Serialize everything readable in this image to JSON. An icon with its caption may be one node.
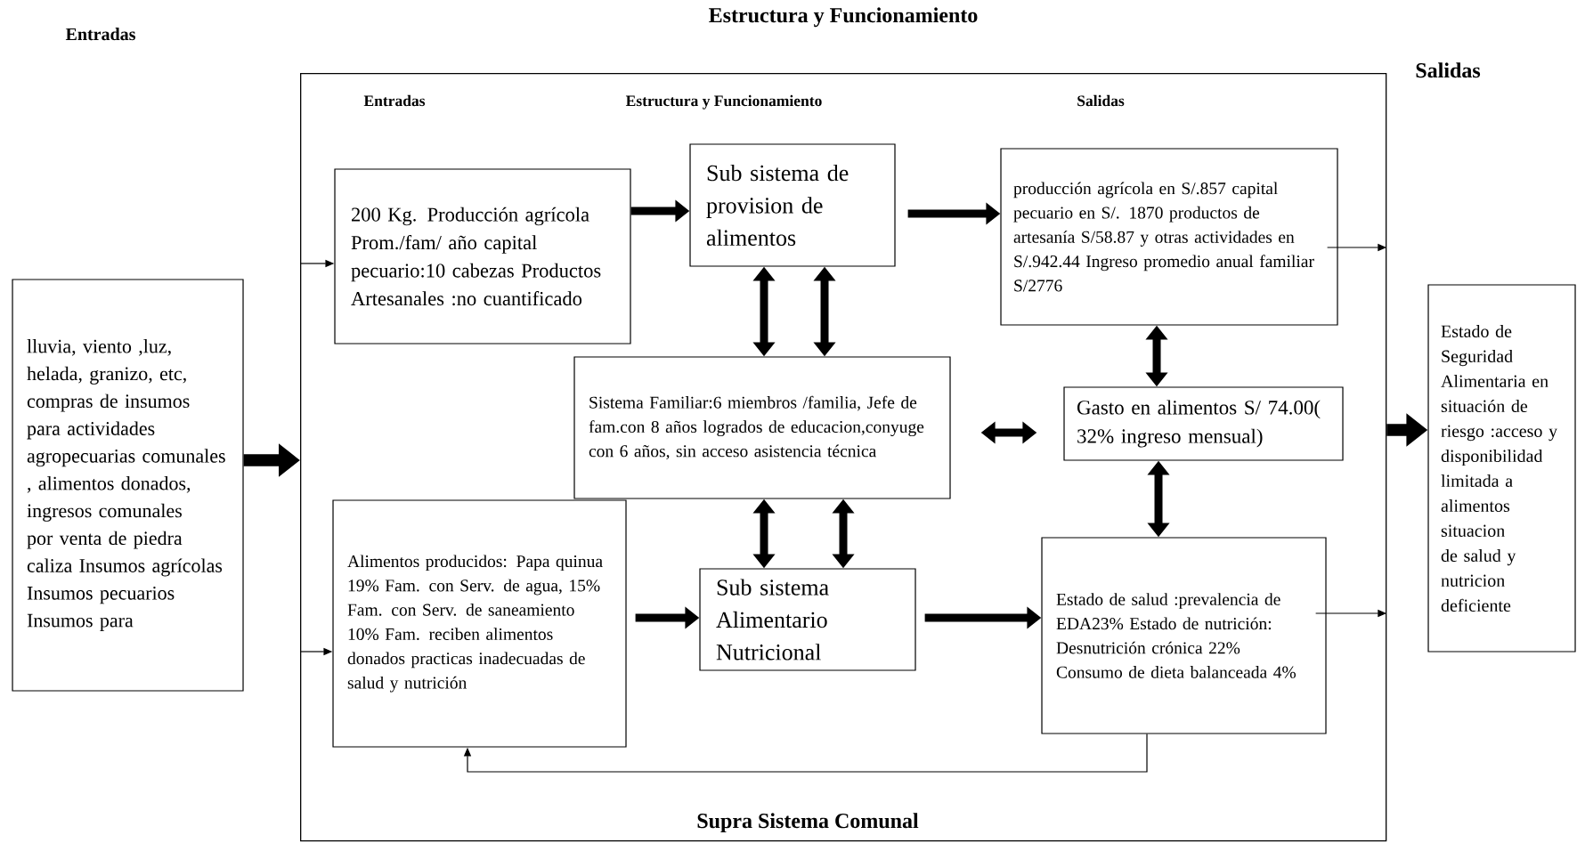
{
  "diagram": {
    "nodes": [
      {
        "text": [
          "Supra Sistema Comunal"
        ]
      },
      {
        "text": [
          "lluvia, viento ,luz, helada, granizo, etc, compras de insumos para actividades agropecuarias comunales , alimentos donados, ingresos comunales por venta de piedra caliza Insumos agrícolas Insumos pecuarios Insumos para"
        ]
      },
      {
        "text": [
          "200 Kg. Producción agrícola Prom./fam/ año capital pecuario:10 cabezas Productos Artesanales :no cuantificado"
        ],
        "in": 0
      },
      {
        "text": [
          "Sub sistema de provision de alimentos"
        ],
        "in": 0
      },
      {
        "text": [
          "producción agrícola en S/.857 capital pecuario en S/. 1870 productos de artesanía S/58.87 y otras actividades en S/.942.44 Ingreso promedio anual familiar S/2776"
        ],
        "in": 0
      },
      {
        "text": [
          "Sistema Familiar:6 miembros /familia, Jefe de fam.con 8 años logrados de educacion,conyuge con 6 años, sin acceso asistencia técnica"
        ],
        "in": 0
      },
      {
        "text": [
          "Gasto en alimentos S/ 74.00( 32% ingreso mensual)"
        ],
        "in": 0
      },
      {
        "text": [
          "Alimentos producidos: Papa quinua 19% Fam. con Serv. de agua, 15% Fam. con Serv. de saneamiento 10% Fam. reciben alimentos donados practicas inadecuadas de salud y nutrición"
        ],
        "in": 0
      },
      {
        "text": [
          "Sub sistema Alimentario Nutricional"
        ],
        "in": 0
      },
      {
        "text": [
          "Estado de salud :prevalencia de EDA23% Estado de nutrición: Desnutrición crónica 22% Consumo de dieta balanceada 4%"
        ],
        "in": 0
      },
      {
        "text": [
          "Estado de Seguridad Alimentaria en situación de riesgo :acceso y disponibilidad limitada a alimentos situacion de salud y nutricion deficiente"
        ]
      }
    ],
    "edges": [
      {
        "from": 1,
        "to": 0,
        "arrow": "to"
      },
      {
        "from": 0,
        "to": 2,
        "arrow": "to"
      },
      {
        "from": 0,
        "to": 7,
        "arrow": "to"
      },
      {
        "from": 2,
        "to": 3,
        "arrow": "to"
      },
      {
        "from": 3,
        "to": 4,
        "arrow": "to"
      },
      {
        "from": 3,
        "to": 5,
        "arrow": "both"
      },
      {
        "from": 3,
        "to": 5,
        "arrow": "both"
      },
      {
        "from": 4,
        "to": 6,
        "arrow": "both"
      },
      {
        "from": 5,
        "to": 6,
        "arrow": "both"
      },
      {
        "from": 5,
        "to": 8,
        "arrow": "both"
      },
      {
        "from": 5,
        "to": 8,
        "arrow": "both"
      },
      {
        "from": 7,
        "to": 8,
        "arrow": "to"
      },
      {
        "from": 8,
        "to": 9,
        "arrow": "to"
      },
      {
        "from": 6,
        "to": 9,
        "arrow": "both"
      },
      {
        "from": 9,
        "to": 7,
        "arrow": "to"
      },
      {
        "from": 4,
        "to": 0,
        "arrow": "to"
      },
      {
        "from": 9,
        "to": 0,
        "arrow": "to"
      },
      {
        "from": 0,
        "to": 10,
        "arrow": "to"
      }
    ],
    "labels": [
      "Estructura y Funcionamiento",
      "Entradas",
      "Salidas",
      "Entradas",
      "Estructura y Funcionamiento",
      "Salidas"
    ]
  }
}
